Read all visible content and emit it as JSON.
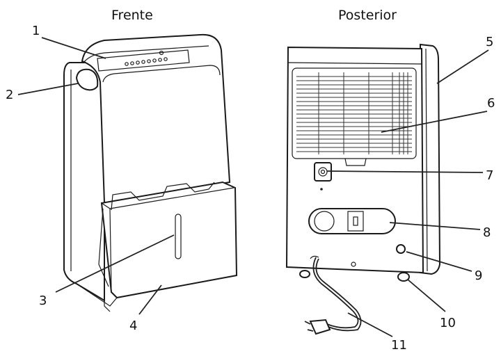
{
  "titles": {
    "front": "Frente",
    "back": "Posterior"
  },
  "callouts": [
    "1",
    "2",
    "3",
    "4",
    "5",
    "6",
    "7",
    "8",
    "9",
    "10",
    "11"
  ]
}
